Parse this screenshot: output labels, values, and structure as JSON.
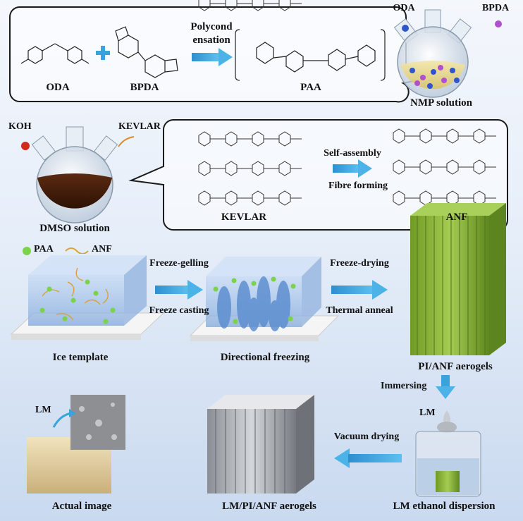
{
  "top_panel": {
    "oda_label": "ODA",
    "bpda_label": "BPDA",
    "arrow_label_line1": "Polycond",
    "arrow_label_line2": "ensation",
    "paa_label": "PAA",
    "flask_reagent_left": "ODA",
    "flask_reagent_right": "BPDA",
    "flask_caption": "NMP solution"
  },
  "middle_panel": {
    "reagent_left": "KOH",
    "reagent_right": "KEVLAR",
    "flask_caption": "DMSO solution",
    "step_line1": "Self-assembly",
    "step_line2": "Fibre forming",
    "kevlar_label": "KEVLAR",
    "anf_label": "ANF"
  },
  "legend": {
    "paa": "PAA",
    "anf": "ANF"
  },
  "process": {
    "arrow1_top": "Freeze-gelling",
    "arrow1_bottom": "Freeze casting",
    "arrow2_top": "Freeze-drying",
    "arrow2_bottom": "Thermal anneal",
    "caption_ice": "Ice template",
    "caption_directional": "Directional freezing",
    "caption_aerogel": "PI/ANF aerogels",
    "immersing": "Immersing",
    "lm_drop": "LM",
    "vacuum_drying": "Vacuum drying",
    "caption_actual": "Actual image",
    "actual_lm": "LM",
    "caption_lm_aerogel": "LM/PI/ANF aerogels",
    "caption_dispersion": "LM ethanol dispersion"
  },
  "colors": {
    "arrow": "#3aa3dc",
    "panel_border": "#1a1a1a",
    "paa_dot": "#7cd34a",
    "anf_fiber": "#d9a441",
    "aerogel_green": "#8db83a"
  }
}
